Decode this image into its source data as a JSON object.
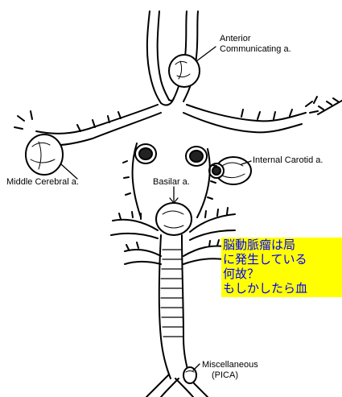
{
  "labels": {
    "anterior_communicating_line1": "Anterior",
    "anterior_communicating_line2": "Communicating a.",
    "internal_carotid": "Internal Carotid a.",
    "middle_cerebral": "Middle Cerebral a.",
    "basilar": "Basilar a.",
    "miscellaneous_line1": "Miscellaneous",
    "miscellaneous_line2": "(PICA)"
  },
  "note": {
    "line1": "脳動脈瘤は局",
    "line2": "に発生している",
    "line3": "何故？",
    "line4": "もしかしたら血"
  },
  "colors": {
    "note_background": "#ffff00",
    "note_text": "#0000ff",
    "ink": "#000000"
  }
}
